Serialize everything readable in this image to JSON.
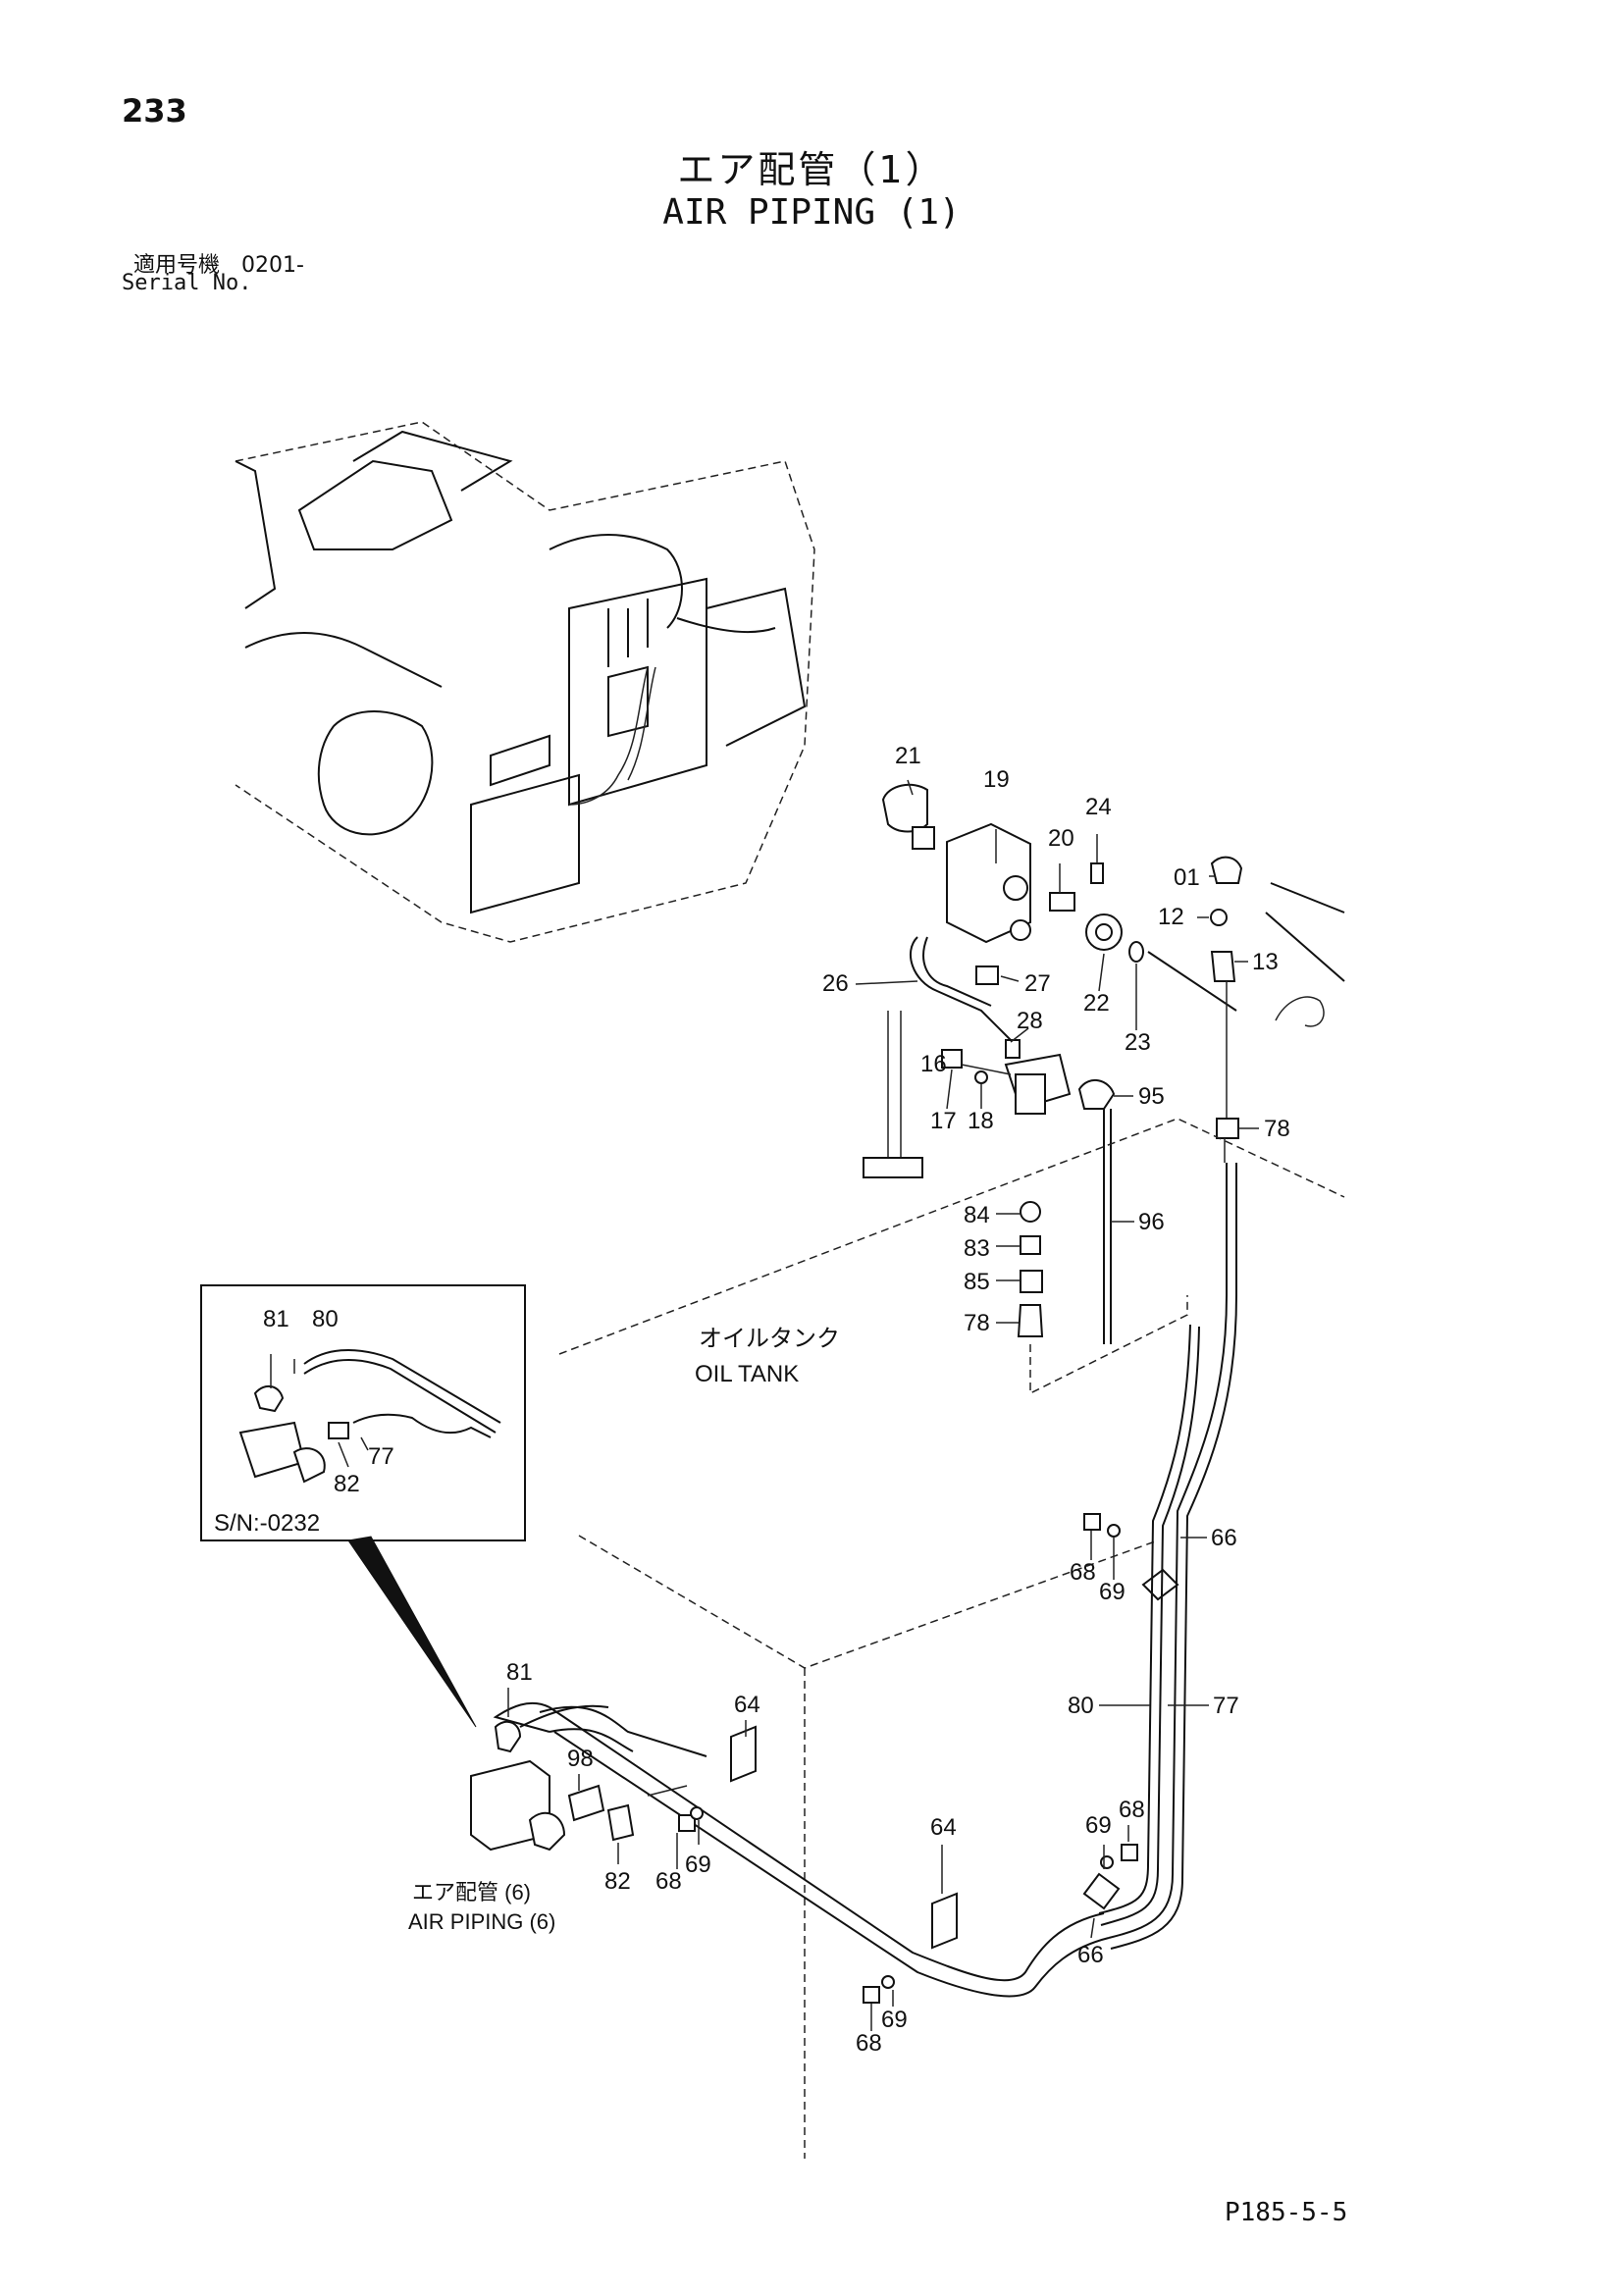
{
  "header": {
    "page_number": "233",
    "title_jp": "エア配管（1）",
    "title_en": "AIR PIPING (1)",
    "serial_jp": "適用号機　0201-",
    "serial_label": "Serial No."
  },
  "footer": {
    "code": "P185-5-5"
  },
  "callouts": {
    "c21": "21",
    "c19": "19",
    "c24": "24",
    "c20": "20",
    "c01": "01",
    "c12": "12",
    "c13": "13",
    "c26": "26",
    "c27": "27",
    "c22": "22",
    "c23": "23",
    "c28": "28",
    "c16": "16",
    "c95": "95",
    "c17": "17",
    "c18": "18",
    "c78a": "78",
    "c84": "84",
    "c96": "96",
    "c83": "83",
    "c85": "85",
    "c78b": "78",
    "c66a": "66",
    "c68a": "68",
    "c69a": "69",
    "c80": "80",
    "c77": "77",
    "c81": "81",
    "c64a": "64",
    "c98": "98",
    "c82": "82",
    "c68b": "68",
    "c69b": "69",
    "c64b": "64",
    "c69c": "69",
    "c68c": "68",
    "c66b": "66",
    "c68d": "68",
    "c69d": "69"
  },
  "tank_label": {
    "jp": "オイルタンク",
    "en": "OIL TANK"
  },
  "inset": {
    "c81": "81",
    "c80": "80",
    "c77": "77",
    "c82": "82",
    "serial_range": "S/N:-0232"
  },
  "ref_label": {
    "jp": "エア配管 (6)",
    "en": "AIR PIPING (6)"
  }
}
